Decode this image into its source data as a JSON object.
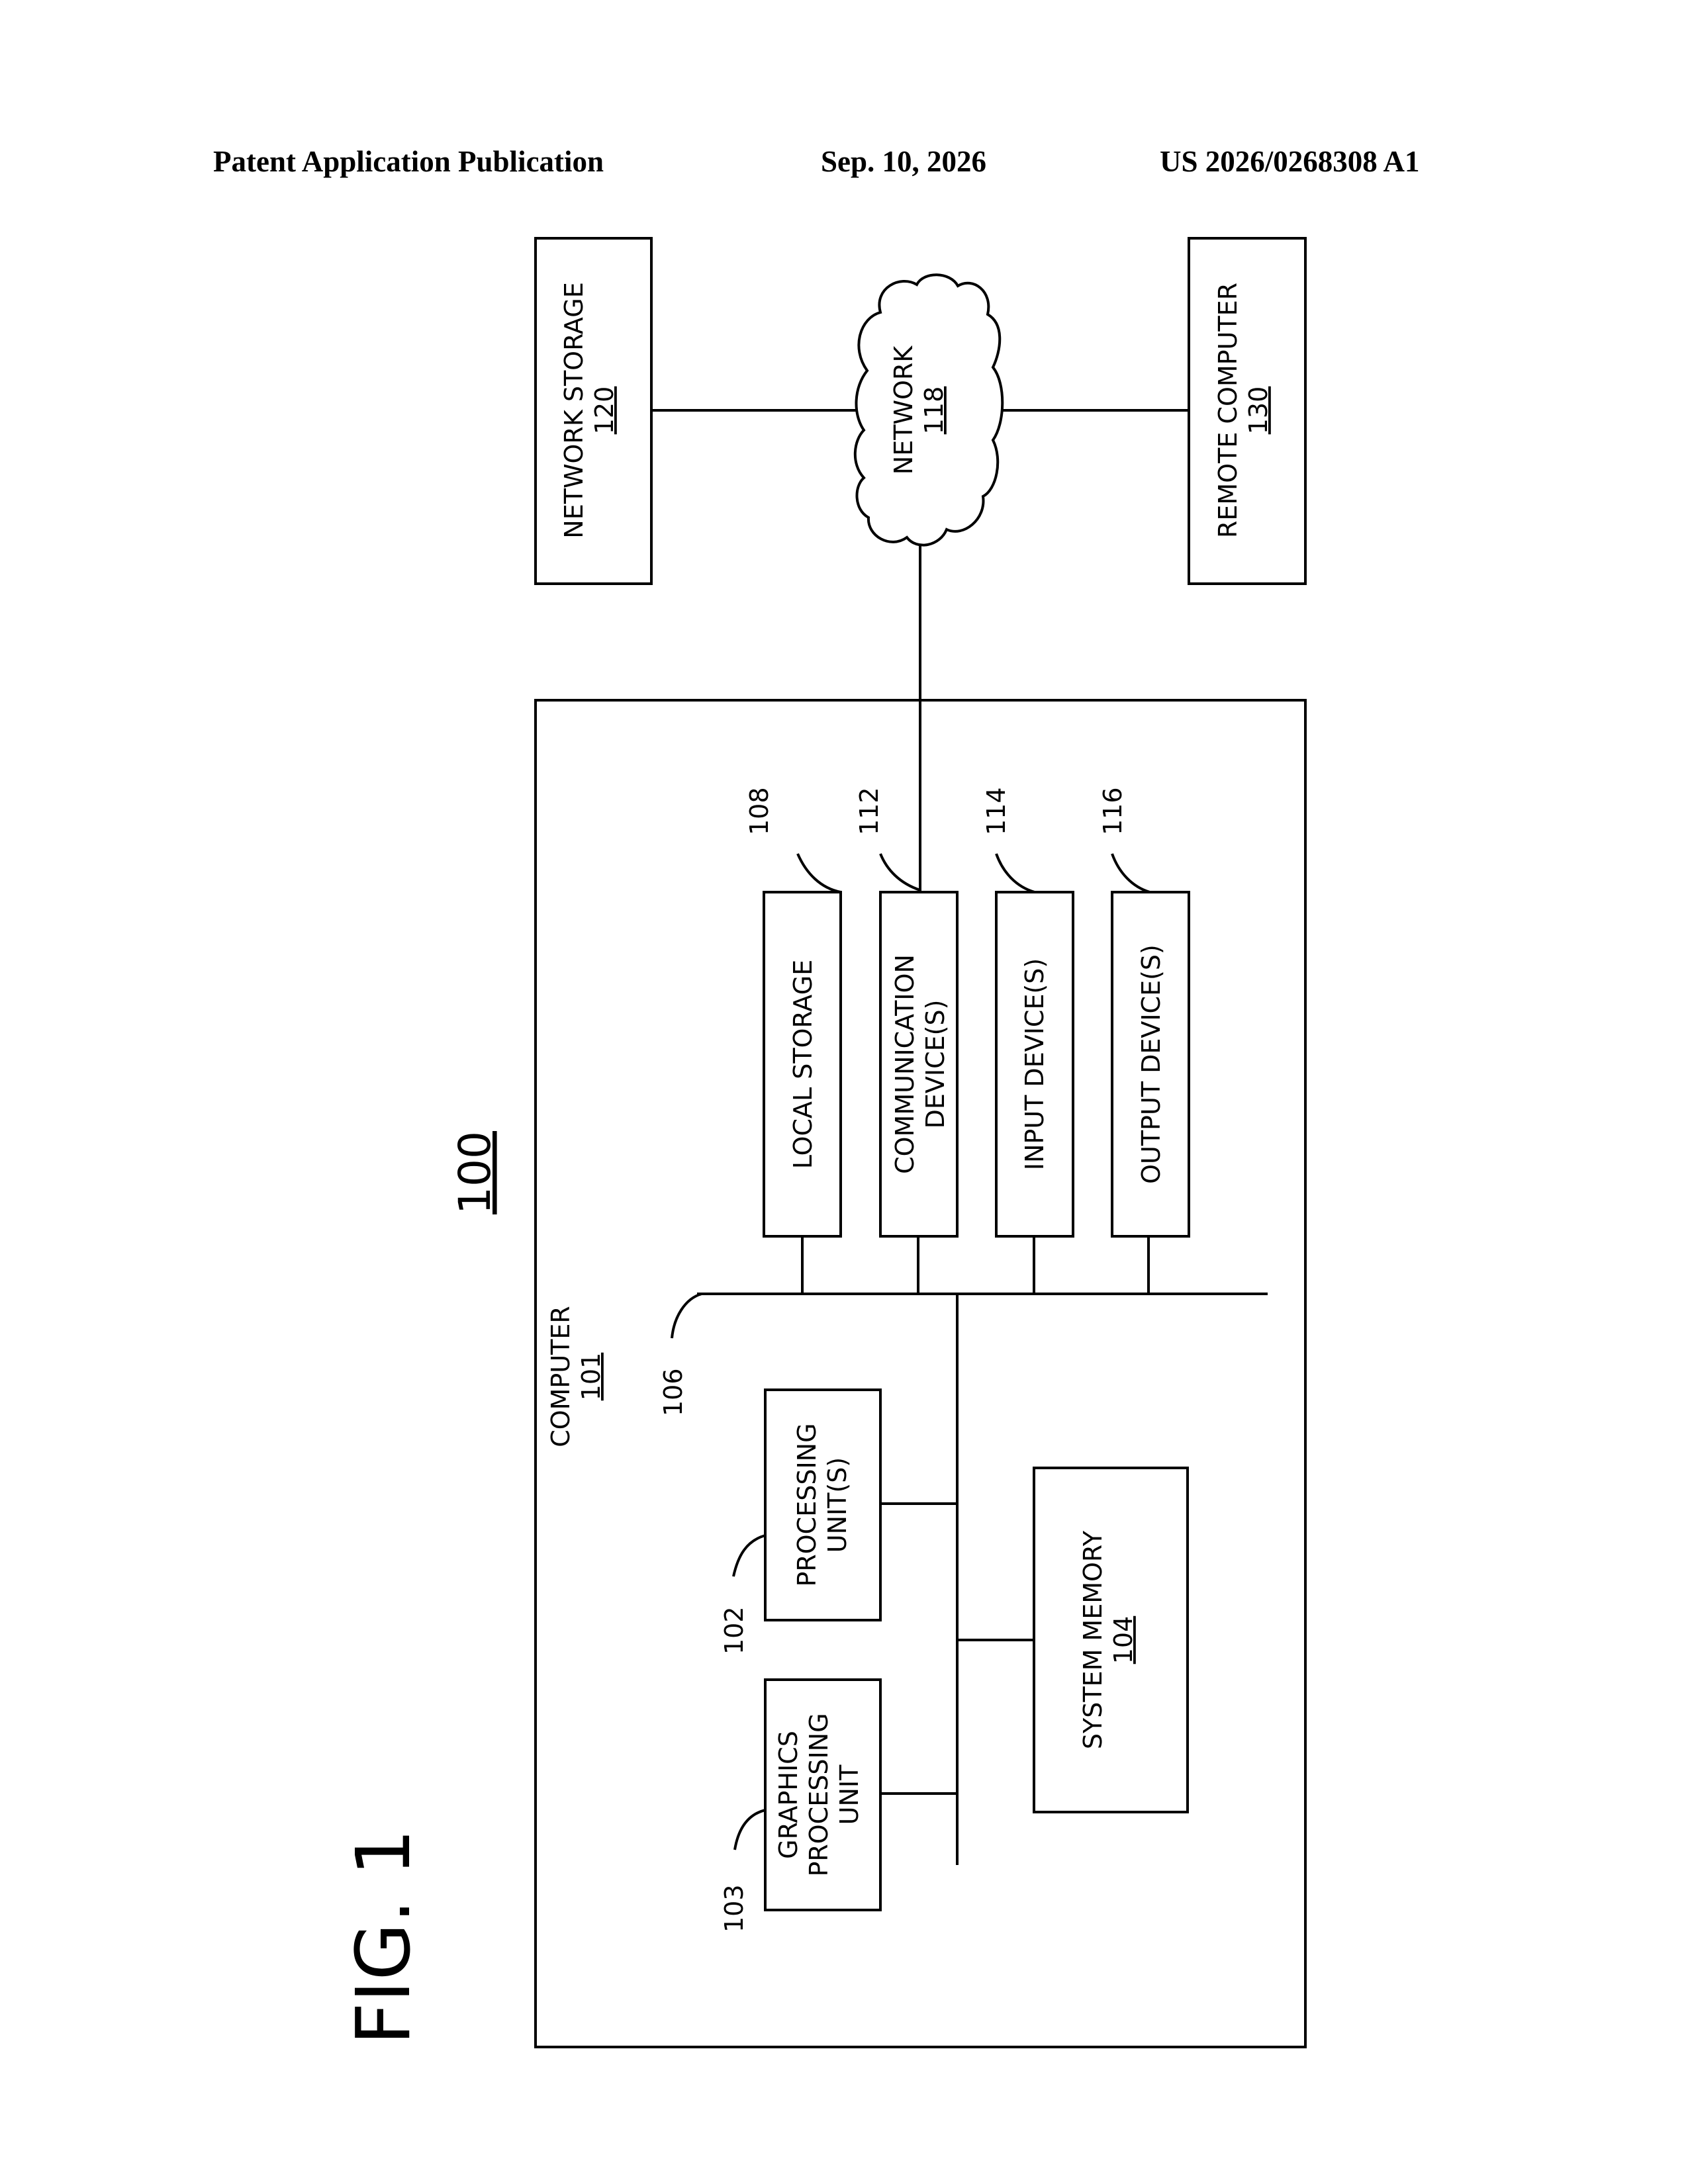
{
  "header": {
    "publication": "Patent Application Publication",
    "date": "Sep. 10, 2026",
    "number": "US 2026/0268308 A1"
  },
  "figure": {
    "label": "FIG. 1",
    "system_ref": "100"
  },
  "computer": {
    "name": "COMPUTER",
    "ref": "101"
  },
  "bus": {
    "ref": "106"
  },
  "components": {
    "gpu": {
      "lines": [
        "GRAPHICS",
        "PROCESSING",
        "UNIT"
      ],
      "ref": "103"
    },
    "cpu": {
      "lines": [
        "PROCESSING",
        "UNIT(S)"
      ],
      "ref": "102"
    },
    "memory": {
      "name": "SYSTEM MEMORY",
      "ref": "104"
    },
    "local_storage": {
      "name": "LOCAL STORAGE",
      "ref": "108"
    },
    "communication": {
      "lines": [
        "COMMUNICATION",
        "DEVICE(S)"
      ],
      "ref": "112"
    },
    "input": {
      "name": "INPUT DEVICE(S)",
      "ref": "114"
    },
    "output": {
      "name": "OUTPUT DEVICE(S)",
      "ref": "116"
    }
  },
  "network": {
    "name": "NETWORK",
    "ref": "118"
  },
  "network_storage": {
    "name": "NETWORK STORAGE",
    "ref": "120"
  },
  "remote_computer": {
    "name": "REMOTE COMPUTER",
    "ref": "130"
  }
}
